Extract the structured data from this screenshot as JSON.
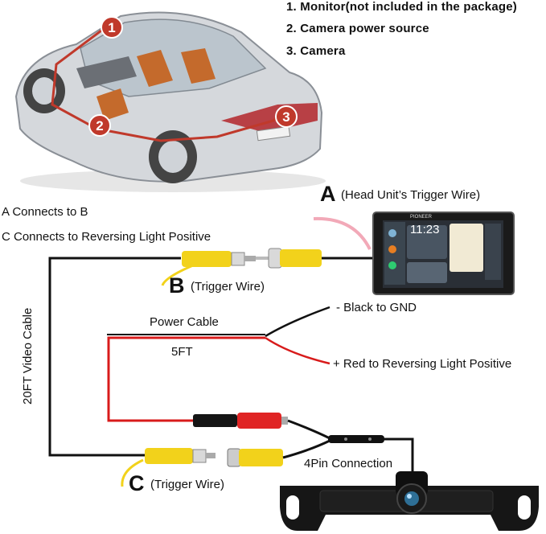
{
  "legend": [
    "1. Monitor(not included in the package)",
    "2. Camera power source",
    "3. Camera"
  ],
  "markers": [
    "1",
    "2",
    "3"
  ],
  "connections": {
    "a_to_b": "A Connects to B",
    "c_to_reverse": "C Connects to Reversing Light Positive"
  },
  "point_a": {
    "letter": "A",
    "desc": "(Head Unit’s Trigger Wire)"
  },
  "point_b": {
    "letter": "B",
    "desc": "(Trigger Wire)"
  },
  "point_c": {
    "letter": "C",
    "desc": "(Trigger Wire)"
  },
  "monitor": {
    "time": "11:23",
    "brand": "PIONEER"
  },
  "labels": {
    "video_cable": "20FT Video Cable",
    "power_cable": "Power Cable",
    "power_length": "5FT",
    "black_gnd": "- Black to GND",
    "red_reverse": "+ Red to Reversing Light Positive",
    "four_pin": "4Pin Connection"
  },
  "colors": {
    "marker_red": "#c0392b",
    "wire_red": "#d81b1b",
    "rca_yellow": "#f2d21b",
    "trigger_pink": "#f2a9b8"
  }
}
